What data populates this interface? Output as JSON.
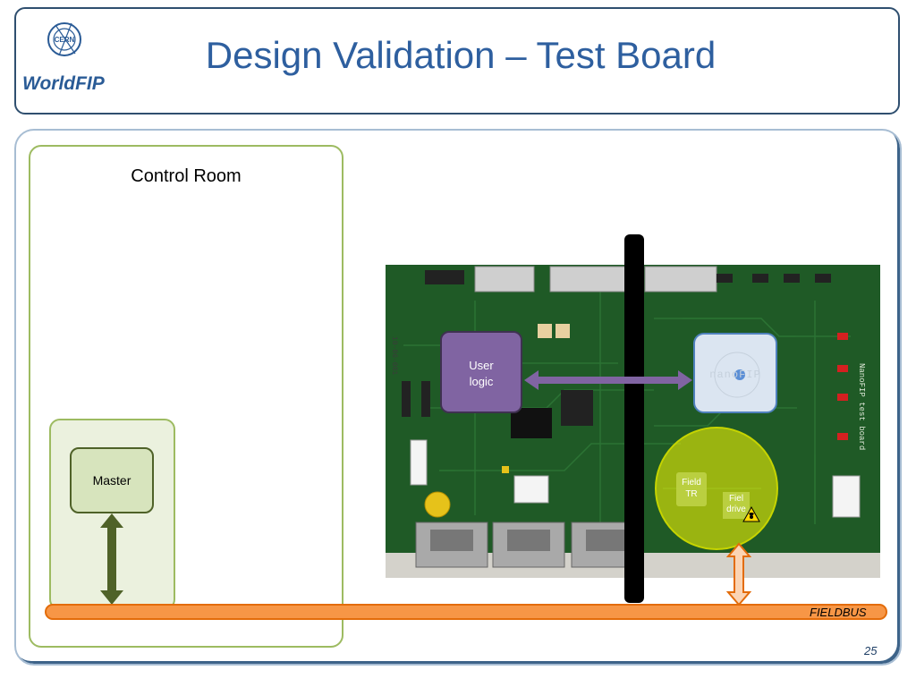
{
  "slide": {
    "title": "Design Validation – Test Board",
    "page_number": "25"
  },
  "logos": {
    "cern": "CERN",
    "worldfip": "WorldFIP"
  },
  "diagram": {
    "control_room_label": "Control Room",
    "master_label": "Master",
    "user_logic_label": "User logic",
    "nanofip_label": "nanoFIP",
    "field_tr_label": "Field TR",
    "field_drive_label": "Fiel drive",
    "fieldbus_label": "FIELDBUS"
  },
  "colors": {
    "title": "#2e5f9f",
    "user_logic": "#8064a2",
    "nanofip": "#dbe5f1",
    "fieldbus": "#f79646",
    "master": "#d7e4bd",
    "highlight": "#ffff00",
    "board_pcb": "#1f5a26"
  }
}
